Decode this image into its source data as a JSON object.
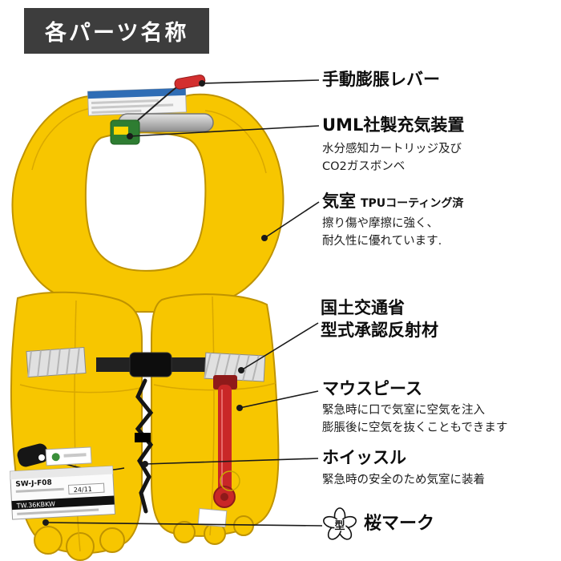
{
  "title": "各パーツ名称",
  "labels": {
    "lever": {
      "heading": "手動膨脹レバー"
    },
    "inflator": {
      "heading": "UML社製充気装置",
      "line1": "水分感知カートリッジ及び",
      "line2": "CO2ガスボンベ"
    },
    "chamber": {
      "heading": "気室",
      "suffix": "TPUコーティング済",
      "line1": "擦り傷や摩擦に強く、",
      "line2": "耐久性に優れています."
    },
    "reflector": {
      "heading_line1": "国土交通省",
      "heading_line2": "型式承認反射材"
    },
    "mouthpiece": {
      "heading": "マウスピース",
      "line1": "緊急時に口で気室に空気を注入",
      "line2": "膨脹後に空気を抜くこともできます"
    },
    "whistle": {
      "heading": "ホイッスル",
      "line1": "緊急時の安全のため気室に装着"
    },
    "sakura": {
      "heading": "桜マーク",
      "icon_char": "型"
    }
  },
  "vest": {
    "tag_model": "SW-J-F08",
    "tag_date": "24/11",
    "tag_code": "TW.36KBKW"
  },
  "colors": {
    "vest_yellow": "#f7c600",
    "vest_outline": "#bf9300",
    "accent_red": "#d32f2f",
    "banner_bg": "#3d3d3d"
  }
}
